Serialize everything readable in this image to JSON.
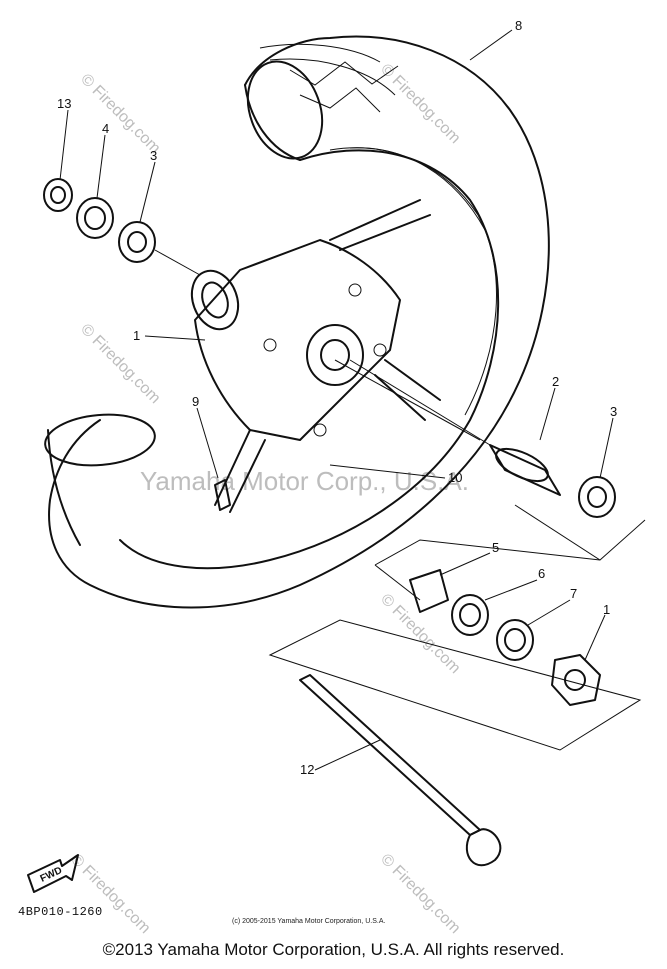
{
  "diagram": {
    "callouts": [
      {
        "id": "c13",
        "text": "13"
      },
      {
        "id": "c4",
        "text": "4"
      },
      {
        "id": "c3a",
        "text": "3"
      },
      {
        "id": "c8",
        "text": "8"
      },
      {
        "id": "c1a",
        "text": "1"
      },
      {
        "id": "c9",
        "text": "9"
      },
      {
        "id": "c2",
        "text": "2"
      },
      {
        "id": "c3b",
        "text": "3"
      },
      {
        "id": "c10",
        "text": "10"
      },
      {
        "id": "c5",
        "text": "5"
      },
      {
        "id": "c6",
        "text": "6"
      },
      {
        "id": "c7",
        "text": "7"
      },
      {
        "id": "c1b",
        "text": "1"
      },
      {
        "id": "c12",
        "text": "12"
      }
    ],
    "fwd_label": "FWD"
  },
  "watermarks": {
    "site": "© Firedog.com",
    "center_text": "Yamaha Motor Corp., U.S.A."
  },
  "part_code": "4BP010-1260",
  "small_copyright": "(c) 2005-2015 Yamaha Motor Corporation, U.S.A.",
  "footer_copyright": "©2013 Yamaha Motor Corporation, U.S.A. All rights reserved.",
  "colors": {
    "ink": "#111111",
    "watermark": "#bdbdbd",
    "background": "#ffffff"
  }
}
